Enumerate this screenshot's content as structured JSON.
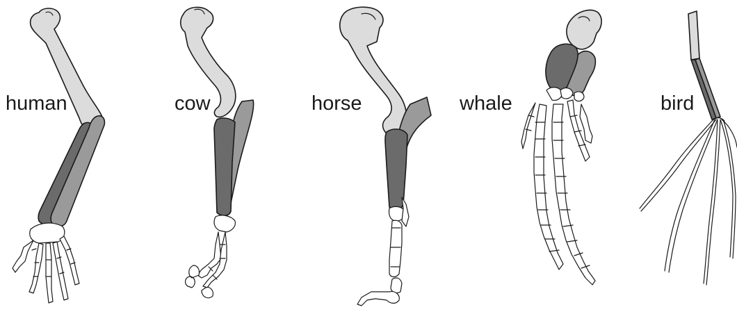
{
  "labels": {
    "human": "human",
    "cow": "cow",
    "horse": "horse",
    "whale": "whale",
    "bird": "bird"
  },
  "colors": {
    "humerus": "#dcdcdc",
    "radius": "#9a9a9a",
    "ulna": "#6b6b6b",
    "hand": "#ffffff",
    "outline": "#1a1a1a"
  }
}
